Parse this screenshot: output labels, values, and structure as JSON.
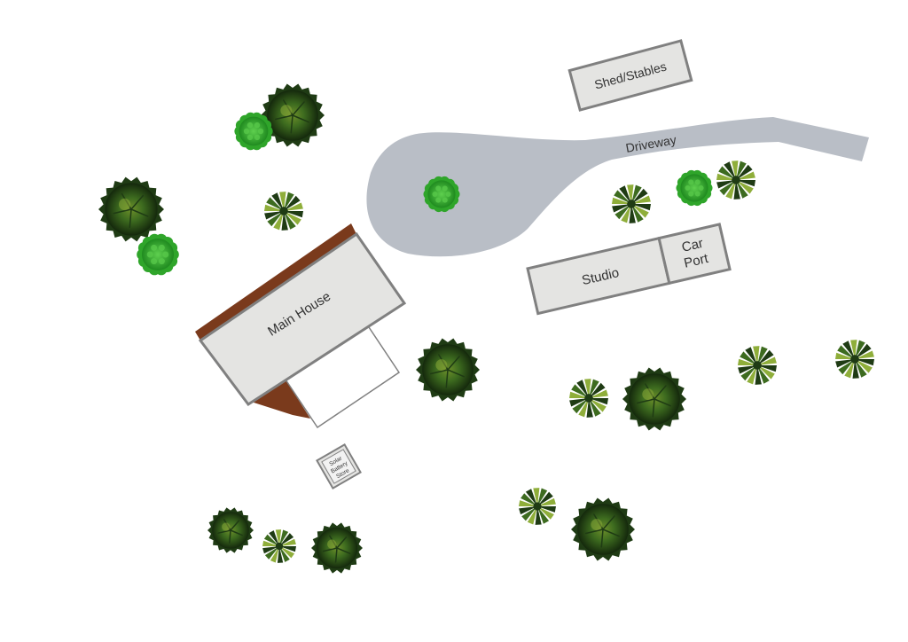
{
  "colors": {
    "background": "#ffffff",
    "driveway": "#b9bec6",
    "building_fill": "#e4e4e2",
    "building_stroke": "#808080",
    "roof_brown": "#7a3a1c",
    "roof_brown_light": "#9b4c24",
    "house_annex": "#ffffff",
    "tree_dark": "#1f3b14",
    "tree_mid": "#3d6b1f",
    "tree_light": "#8fae3a",
    "shrub_green": "#2fa52a",
    "shrub_light": "#57c84a"
  },
  "labels": {
    "shed": "Shed/Stables",
    "driveway": "Driveway",
    "studio": "Studio",
    "carport_line1": "Car",
    "carport_line2": "Port",
    "house": "Main House",
    "battery_line1": "Solar",
    "battery_line2": "Battery",
    "battery_line3": "Store"
  },
  "icons": {
    "deciduous_tree": "deciduous-tree-icon",
    "palm_tree": "palm-tree-icon",
    "shrub": "shrub-icon"
  }
}
